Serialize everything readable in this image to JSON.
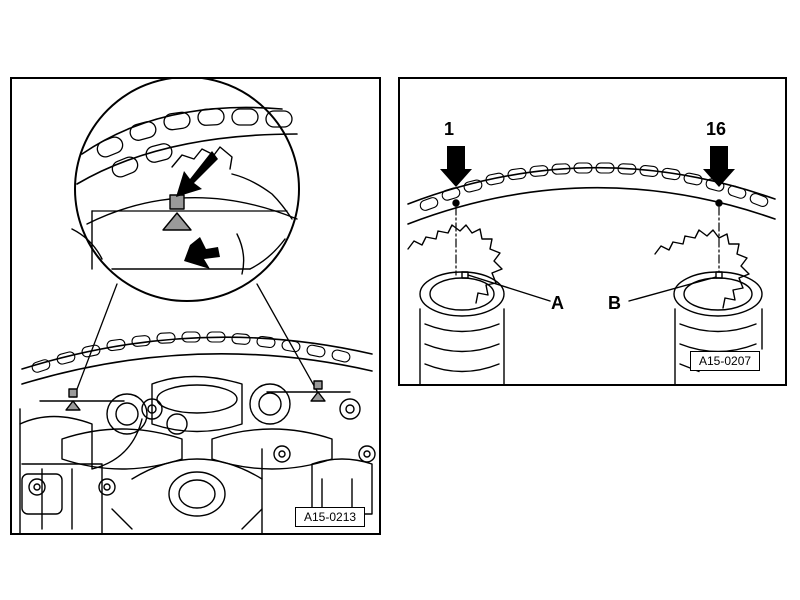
{
  "figure_left": {
    "ref_code": "A15-0213"
  },
  "figure_right": {
    "ref_code": "A15-0207",
    "callouts": {
      "mark_1": "1",
      "mark_16": "16",
      "point_a": "A",
      "point_b": "B"
    }
  },
  "colors": {
    "line": "#000000",
    "marker_gray": "#9a9a9a",
    "background": "#ffffff"
  }
}
